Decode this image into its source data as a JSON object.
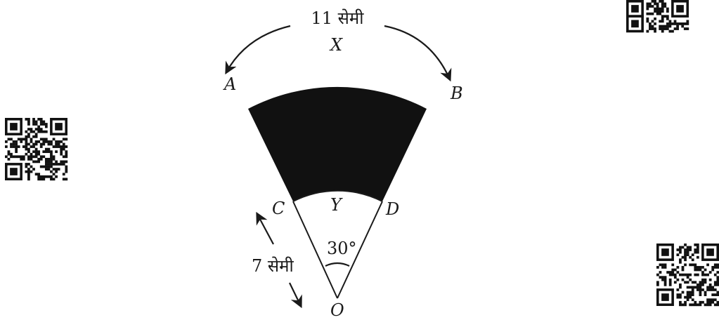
{
  "diagram": {
    "points": {
      "A": "A",
      "B": "B",
      "C": "C",
      "D": "D",
      "O": "O",
      "X": "X",
      "Y": "Y"
    },
    "measurements": {
      "arc_length": "11 सेमी",
      "radius": "7 सेमी",
      "angle": "30°"
    },
    "colors": {
      "shaded_region": "#111111",
      "line": "#1a1a1a"
    },
    "qr_codes": [
      "qr-code-top-right",
      "qr-code-left",
      "qr-code-bottom-right"
    ]
  }
}
